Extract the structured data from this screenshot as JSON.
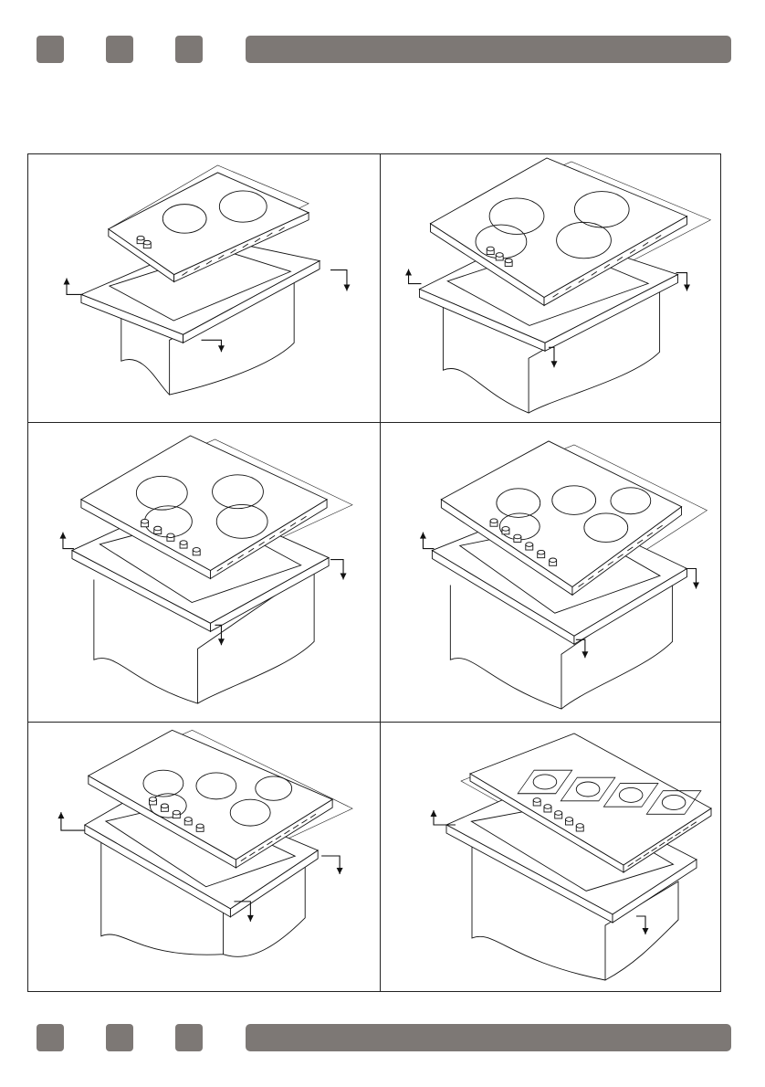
{
  "page": {
    "colors": {
      "bar": "#7d7875",
      "frame": "#222222",
      "line": "#111111",
      "background": "#ffffff"
    }
  },
  "header_bar": {
    "tabs": 3
  },
  "footer_bar": {
    "tabs": 3
  },
  "figures": [
    {
      "id": "hob-2-zone-knobs",
      "zones": 2,
      "knobs": 2,
      "icon": "hob-installation-diagram"
    },
    {
      "id": "hob-4-zone-3-knobs",
      "zones": 4,
      "knobs": 3,
      "icon": "hob-installation-diagram"
    },
    {
      "id": "hob-4-zone-5-knobs",
      "zones": 4,
      "knobs": 5,
      "icon": "hob-installation-diagram"
    },
    {
      "id": "hob-5-zone-6-knobs",
      "zones": 5,
      "knobs": 6,
      "icon": "hob-installation-diagram"
    },
    {
      "id": "hob-5-zone-wide",
      "zones": 5,
      "knobs": 5,
      "icon": "hob-installation-diagram"
    },
    {
      "id": "hob-4-zone-linear",
      "zones": 4,
      "knobs": 5,
      "icon": "hob-installation-diagram"
    }
  ]
}
